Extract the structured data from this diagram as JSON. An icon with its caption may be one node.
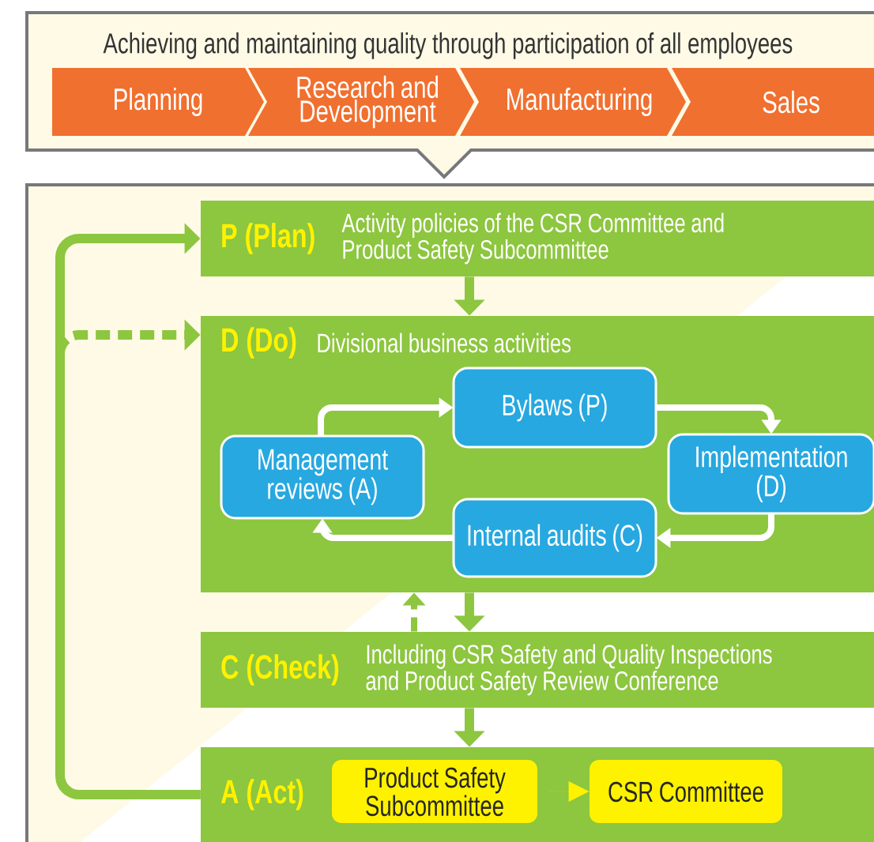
{
  "diagram": {
    "nodes": [
      {
        "text": [
          "Achieving and maintaining quality through participation of all employees"
        ]
      },
      {
        "text": [
          "Planning"
        ],
        "in": 0
      },
      {
        "text": [
          "Research and Development"
        ],
        "in": 0
      },
      {
        "text": [
          "Manufacturing"
        ],
        "in": 0
      },
      {
        "text": [
          "Sales"
        ],
        "in": 0
      },
      {
        "text": [],
        "shape": "box"
      },
      {
        "text": [
          "P (Plan)",
          "Activity policies of the CSR Committee and Product Safety Subcommittee"
        ],
        "in": 5
      },
      {
        "text": [
          "D (Do)",
          "Divisional business activities"
        ],
        "in": 5
      },
      {
        "text": [
          "Bylaws (P)"
        ],
        "in": 7
      },
      {
        "text": [
          "Implementation (D)"
        ],
        "in": 7
      },
      {
        "text": [
          "Internal audits (C)"
        ],
        "in": 7
      },
      {
        "text": [
          "Management reviews (A)"
        ],
        "in": 7
      },
      {
        "text": [
          "C (Check)",
          "Including CSR Safety and Quality Inspections and Product Safety Review Conference"
        ],
        "in": 5
      },
      {
        "text": [
          "A (Act)"
        ],
        "in": 5
      },
      {
        "text": [
          "Product Safety Subcommittee"
        ],
        "in": 13
      },
      {
        "text": [
          "CSR Committee"
        ],
        "in": 13
      }
    ],
    "edges": [
      {
        "from": 6,
        "to": 7,
        "arrow": "to"
      },
      {
        "from": 11,
        "to": 8,
        "arrow": "to",
        "color": "#ffffff"
      },
      {
        "from": 8,
        "to": 9,
        "arrow": "to",
        "color": "#ffffff"
      },
      {
        "from": 9,
        "to": 10,
        "arrow": "to",
        "color": "#ffffff"
      },
      {
        "from": 10,
        "to": 11,
        "arrow": "to",
        "color": "#ffffff"
      },
      {
        "from": 7,
        "to": 12,
        "arrow": "to"
      },
      {
        "from": 12,
        "to": 7,
        "arrow": "to",
        "style": "dashed"
      },
      {
        "from": 12,
        "to": 13,
        "arrow": "to"
      },
      {
        "from": 13,
        "to": 6,
        "arrow": "to"
      },
      {
        "from": 13,
        "to": 7,
        "arrow": "to",
        "style": "dashed"
      },
      {
        "from": 14,
        "to": 15,
        "arrow": "to",
        "color": "#fff200"
      }
    ]
  }
}
